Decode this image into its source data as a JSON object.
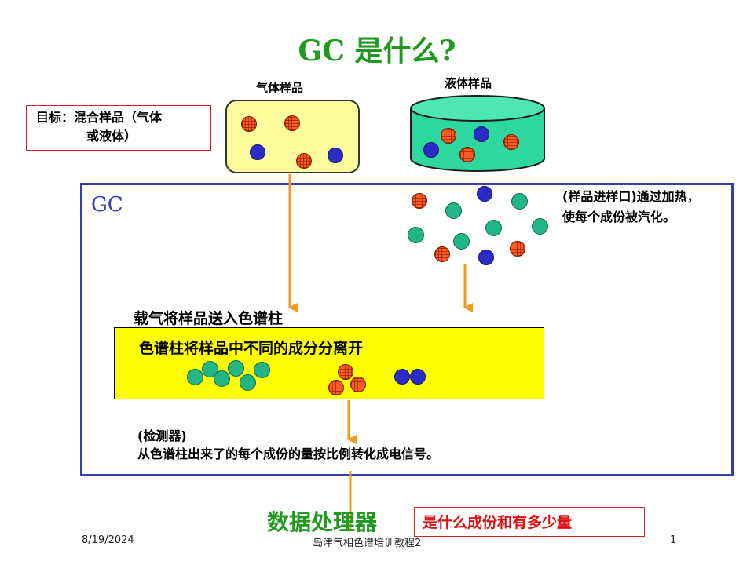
{
  "title": "GC 是什么?",
  "gas_sample_label": "气体样品",
  "liquid_sample_label": "液体样品",
  "goal": {
    "line1": "目标：混合样品（气体",
    "line2": "或液体）"
  },
  "gc_label": "GC",
  "injector": {
    "line1": "(样品进样口)通过加热，",
    "line2": "使每个成份被汽化。"
  },
  "carrier_gas_text": "载气将样品送入色谱柱",
  "column_text": "色谱柱将样品中不同的成分分离开",
  "detector": {
    "line1": "(检测器)",
    "line2": "从色谱柱出来了的每个成份的量按比例转化成电信号。"
  },
  "processor_label": "数据处理器",
  "answer_text": "是什么成份和有多少量",
  "footer": {
    "date": "8/19/2024",
    "course": "岛津气相色谱培训教程2",
    "page": "1"
  },
  "colors": {
    "title_green": "#1f9a1f",
    "gc_frame_blue": "#3b3bb0",
    "arrow_orange": "#f39a1e",
    "box_red": "#cc2222",
    "column_yellow": "#ffff00",
    "gas_box_yellow": "#fdfb9c",
    "liquid_teal": "#2ed6a0"
  }
}
